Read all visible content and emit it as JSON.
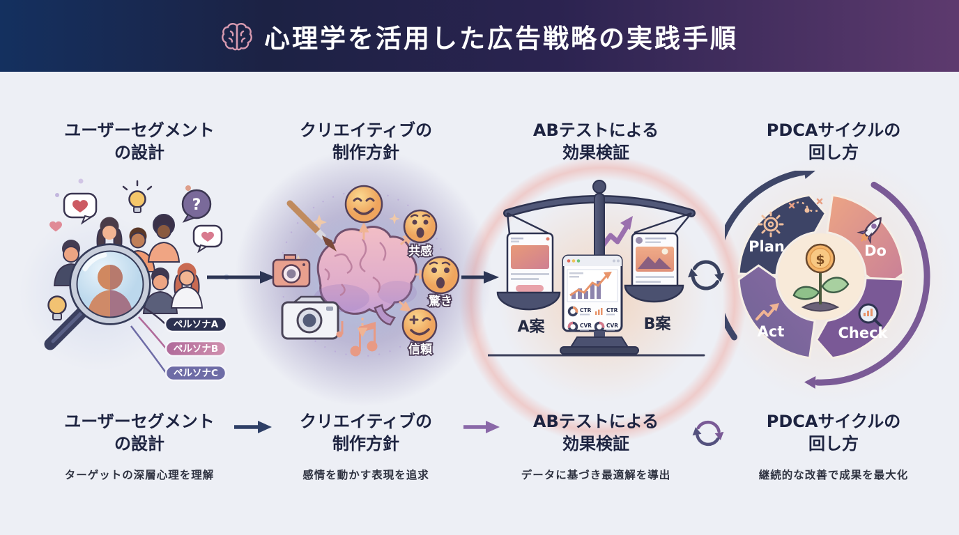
{
  "header": {
    "title": "心理学を活用した広告戦略の実践手順"
  },
  "steps": [
    {
      "title_line1": "ユーザーセグメント",
      "title_line2": "の設計",
      "subtitle": "ターゲットの深層心理を理解",
      "question_mark": "?",
      "personas": [
        "ペルソナA",
        "ペルソナB",
        "ペルソナC"
      ]
    },
    {
      "title_line1": "クリエイティブの",
      "title_line2": "制作方針",
      "subtitle": "感情を動かす表現を追求",
      "emotions": [
        "共感",
        "驚き",
        "信頼"
      ]
    },
    {
      "title_line1": "ABテストによる",
      "title_line2": "効果検証",
      "subtitle": "データに基づき最適解を導出",
      "variant_a": "A案",
      "variant_b": "B案",
      "metrics": [
        "CTR",
        "CTR",
        "CVR",
        "CVR"
      ]
    },
    {
      "title_line1": "PDCAサイクルの",
      "title_line2": "回し方",
      "subtitle": "継続的な改善で成果を最大化",
      "pdca": [
        "Plan",
        "Do",
        "Check",
        "Act"
      ],
      "coin_symbol": "$"
    }
  ],
  "icons": {
    "header": "brain-icon",
    "step1": "magnifier-icon",
    "step2": "brain-creative-icon",
    "step3": "balance-scale-icon",
    "step4": "pdca-cycle-icon",
    "connectors": [
      "arrow-icon",
      "arrow-icon",
      "refresh-icon"
    ]
  },
  "colors": {
    "header_left": "#14305f",
    "header_right": "#5d3a6e",
    "title_navy": "#1d2340",
    "accent_purple": "#7a5a96",
    "accent_orange": "#e8946a",
    "accent_pink": "#c06a9a",
    "persona_a": "#2c3150",
    "persona_b": "#b06a9a",
    "persona_c": "#6e6ca6"
  }
}
